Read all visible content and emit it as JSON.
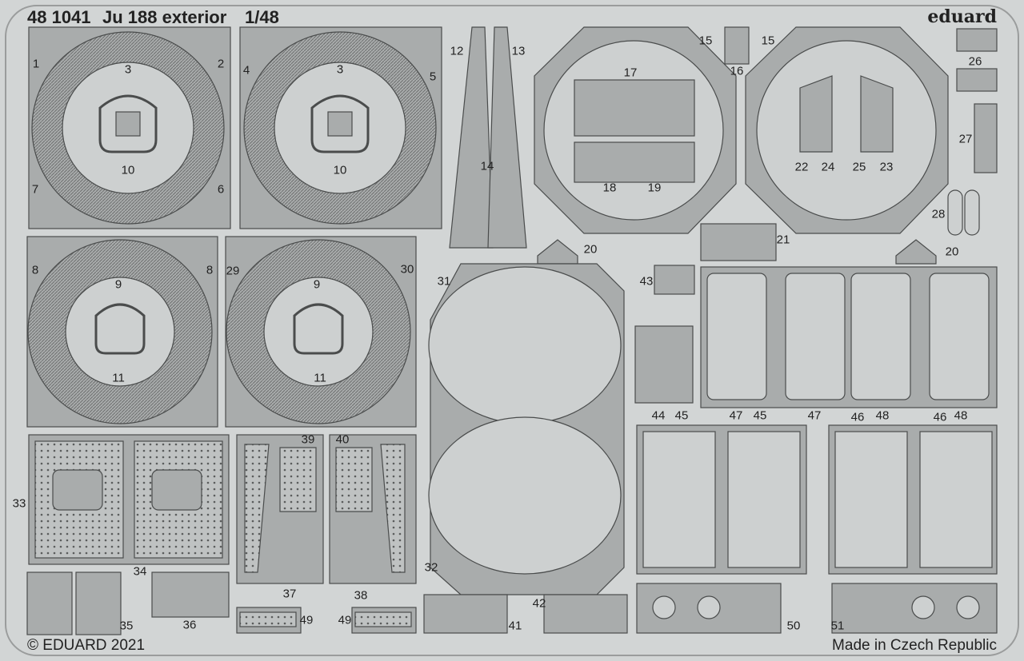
{
  "header": {
    "code": "48 1041",
    "name": "Ju 188 exterior",
    "scale": "1/48",
    "brand": "eduard"
  },
  "footer": {
    "copyright": "© EDUARD 2021",
    "origin": "Made in Czech Republic"
  },
  "colors": {
    "background": "#d2d5d5",
    "part": "#a9acac",
    "outline": "#4a4c4c"
  },
  "part_labels": [
    "1",
    "2",
    "3",
    "3",
    "4",
    "5",
    "7",
    "6",
    "10",
    "10",
    "12",
    "13",
    "14",
    "15",
    "15",
    "16",
    "17",
    "18",
    "19",
    "20",
    "20",
    "21",
    "22",
    "24",
    "25",
    "23",
    "26",
    "27",
    "28",
    "8",
    "8",
    "9",
    "9",
    "29",
    "30",
    "11",
    "11",
    "31",
    "43",
    "44",
    "45",
    "47",
    "45",
    "47",
    "46",
    "48",
    "46",
    "48",
    "39",
    "40",
    "33",
    "34",
    "37",
    "38",
    "32",
    "35",
    "36",
    "49",
    "49",
    "41",
    "42",
    "50",
    "51"
  ]
}
